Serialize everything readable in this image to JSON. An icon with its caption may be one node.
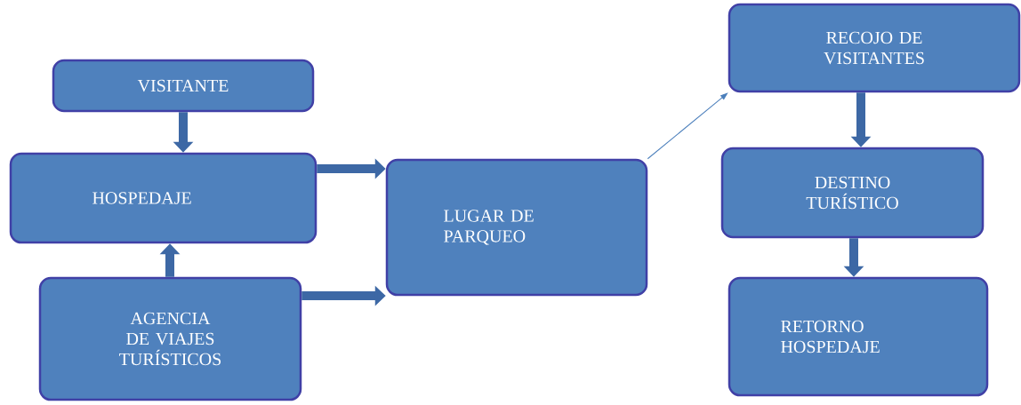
{
  "diagram": {
    "nodes": [
      {
        "text": [
          "VISITANTE"
        ]
      },
      {
        "text": [
          "HOSPEDAJE"
        ]
      },
      {
        "text": [
          "AGENCIA DE VIAJES TURÍSTICOS"
        ]
      },
      {
        "text": [
          "LUGAR DE PARQUEO"
        ]
      },
      {
        "text": [
          "RECOJO DE VISITANTES"
        ]
      },
      {
        "text": [
          "DESTINO TURÍSTICO"
        ]
      },
      {
        "text": [
          "RETORNO HOSPEDAJE"
        ]
      }
    ],
    "edges": [
      {
        "from": 0,
        "to": 1,
        "arrow": "to"
      },
      {
        "from": 2,
        "to": 1,
        "arrow": "to"
      },
      {
        "from": 1,
        "to": 3,
        "arrow": "to"
      },
      {
        "from": 2,
        "to": 3,
        "arrow": "to"
      },
      {
        "from": 3,
        "to": 4,
        "arrow": "to",
        "color": "#4a7ebb"
      },
      {
        "from": 4,
        "to": 5,
        "arrow": "to"
      },
      {
        "from": 5,
        "to": 6,
        "arrow": "to"
      }
    ]
  }
}
